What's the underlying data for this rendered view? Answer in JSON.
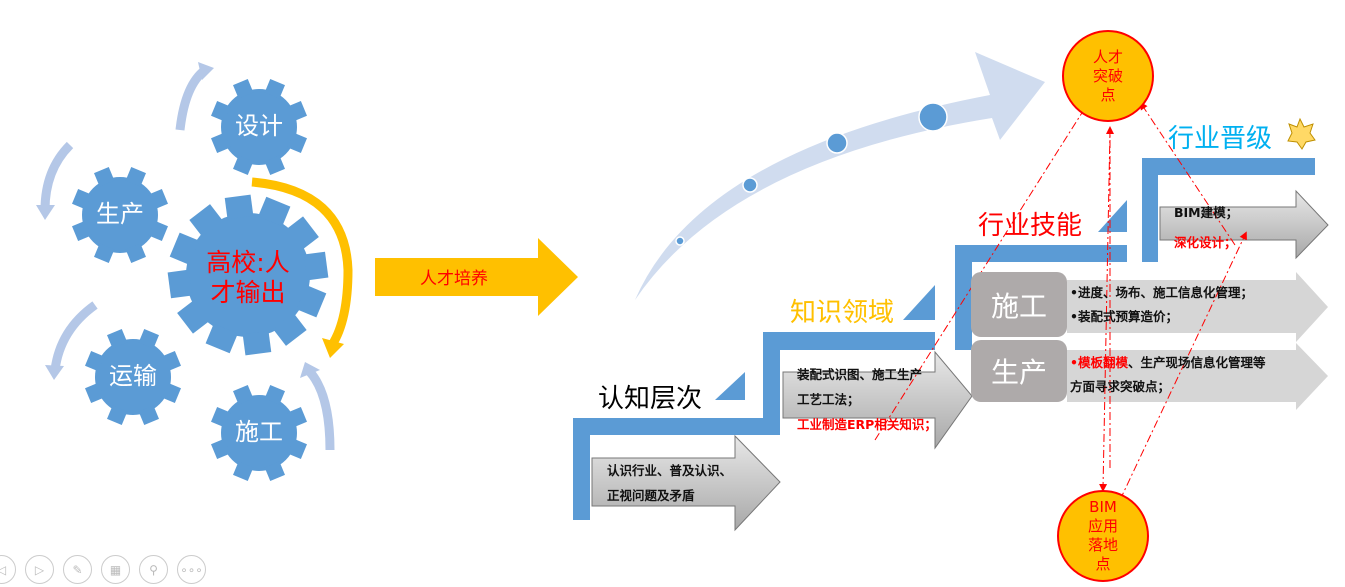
{
  "gears": {
    "design": "设计",
    "production": "生产",
    "center": "高校:人才输出",
    "transport": "运输",
    "construction": "施工"
  },
  "talent_arrow": "人才培养",
  "levels": {
    "cognition": {
      "title": "认知层次",
      "lines": [
        "认识行业、普及认识、",
        "正视问题及矛盾"
      ]
    },
    "knowledge": {
      "title": "知识领域",
      "lines": [
        "装配式识图、施工生产",
        "工艺工法；"
      ],
      "red_line": "工业制造ERP相关知识；"
    },
    "skill": {
      "title": "行业技能",
      "construction_label": "施工",
      "construction_lines": [
        "•进度、场布、施工信息化管理；",
        "•装配式预算造价；"
      ],
      "production_label": "生产",
      "production_red": "•模板翻模",
      "production_rest": "、生产现场信息化管理等",
      "production_line2": "方面寻求突破点；"
    },
    "upgrade": {
      "title": "行业晋级",
      "line": "BIM建模；",
      "red_line": "深化设计；"
    }
  },
  "circles": {
    "top": [
      "人才",
      "突破",
      "点"
    ],
    "bottom": [
      "BIM",
      "应用",
      "落地",
      "点"
    ]
  },
  "colors": {
    "gear": "#5b9bd5",
    "orange": "#ffc000",
    "red": "#ff0000",
    "cyan": "#00b0f0"
  }
}
